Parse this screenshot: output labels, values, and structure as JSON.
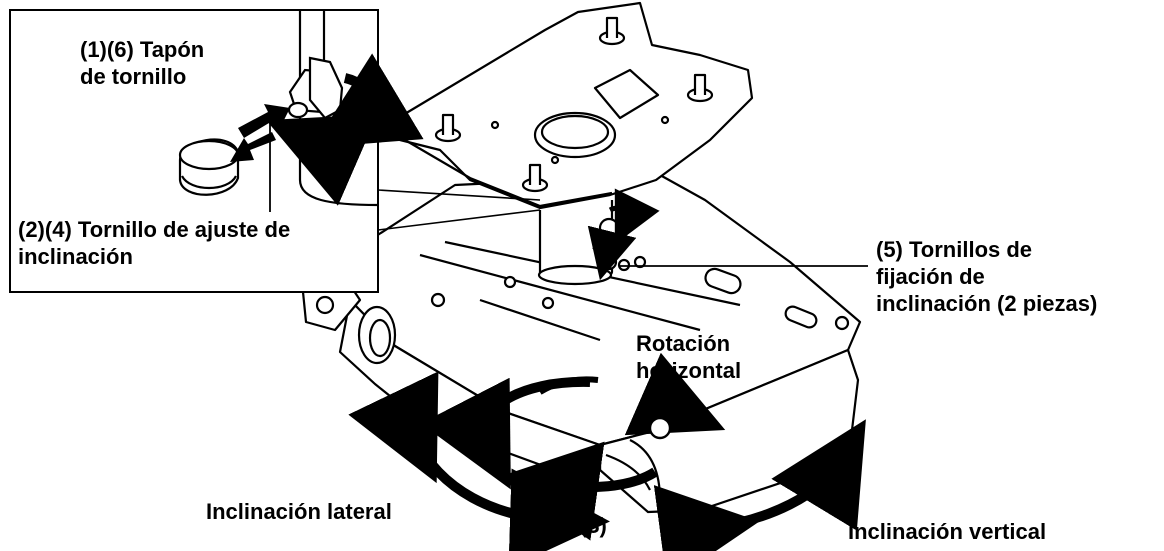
{
  "colors": {
    "ink": "#000000",
    "paper": "#ffffff"
  },
  "labels": {
    "cap": {
      "line1": "(1)(6) Tapón",
      "line2": "de tornillo"
    },
    "adjust_screw": {
      "line1": "(2)(4) Tornillo de ajuste de",
      "line2": "inclinación"
    },
    "fix_screws": {
      "line1": "(5) Tornillos de",
      "line2": "fijación de",
      "line3": "inclinación (2 piezas)"
    },
    "rotation": {
      "line1": "Rotación",
      "line2": "horizontal"
    },
    "lateral": "Inclinación lateral",
    "step3": "(3)",
    "vertical": "Inclinación vertical"
  },
  "icons": [
    "rotate-arrow-icon",
    "double-arrow-icon",
    "push-pull-arrow-icon"
  ]
}
